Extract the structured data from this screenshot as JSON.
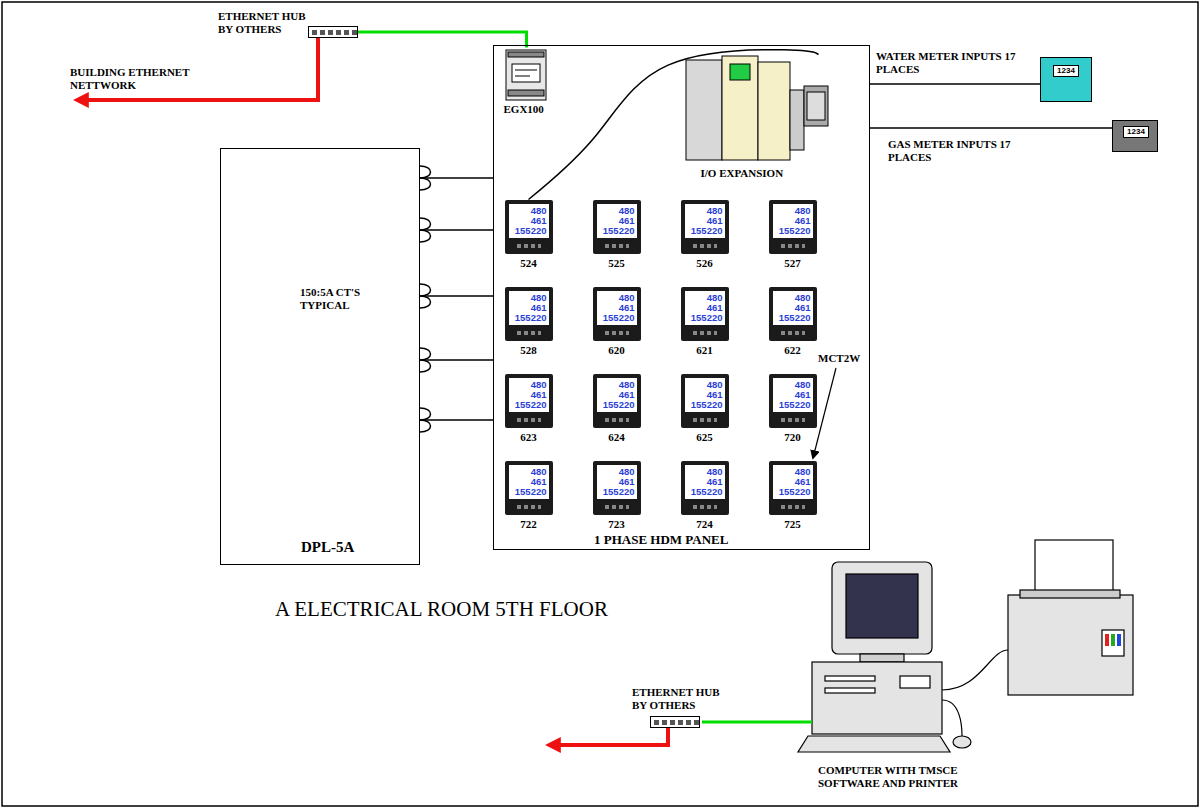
{
  "diagram": {
    "nodes": [
      {
        "text": [
          "ETHERNET HUB BY OTHERS"
        ]
      },
      {
        "text": [
          "1 PHASE HDM PANEL"
        ]
      },
      {
        "text": [
          "EGX100"
        ],
        "in": 1
      },
      {
        "text": [
          "I/O EXPANSION"
        ],
        "in": 1
      },
      {
        "text": [
          "480",
          "461",
          "155220",
          "524"
        ],
        "in": 1
      },
      {
        "text": [
          "480",
          "461",
          "155220",
          "525"
        ],
        "in": 1
      },
      {
        "text": [
          "480",
          "461",
          "155220",
          "526"
        ],
        "in": 1
      },
      {
        "text": [
          "480",
          "461",
          "155220",
          "527"
        ],
        "in": 1
      },
      {
        "text": [
          "480",
          "461",
          "155220",
          "528"
        ],
        "in": 1
      },
      {
        "text": [
          "480",
          "461",
          "155220",
          "620"
        ],
        "in": 1
      },
      {
        "text": [
          "480",
          "461",
          "155220",
          "621"
        ],
        "in": 1
      },
      {
        "text": [
          "480",
          "461",
          "155220",
          "622"
        ],
        "in": 1
      },
      {
        "text": [
          "480",
          "461",
          "155220",
          "623"
        ],
        "in": 1
      },
      {
        "text": [
          "480",
          "461",
          "155220",
          "624"
        ],
        "in": 1
      },
      {
        "text": [
          "480",
          "461",
          "155220",
          "625"
        ],
        "in": 1
      },
      {
        "text": [
          "480",
          "461",
          "155220",
          "720"
        ],
        "in": 1
      },
      {
        "text": [
          "480",
          "461",
          "155220",
          "722"
        ],
        "in": 1
      },
      {
        "text": [
          "480",
          "461",
          "155220",
          "723"
        ],
        "in": 1
      },
      {
        "text": [
          "480",
          "461",
          "155220",
          "724"
        ],
        "in": 1
      },
      {
        "text": [
          "480",
          "461",
          "155220",
          "725"
        ],
        "in": 1
      },
      {
        "text": [
          "1234"
        ]
      },
      {
        "text": [
          "1234"
        ]
      },
      {
        "text": [
          "DPL-5A"
        ]
      },
      {
        "text": [
          "ETHERNET HUB BY OTHERS"
        ]
      },
      {
        "text": [
          "COMPUTER WITH TMSCE SOFTWARE AND PRINTER"
        ]
      }
    ],
    "edges": [
      {
        "from": 0,
        "to": 2,
        "arrow": "none"
      },
      {
        "from": 3,
        "to": 4,
        "arrow": "none"
      },
      {
        "from": 22,
        "to": 1,
        "arrow": "none"
      },
      {
        "from": 22,
        "to": 1,
        "arrow": "none"
      },
      {
        "from": 22,
        "to": 1,
        "arrow": "none"
      },
      {
        "from": 22,
        "to": 1,
        "arrow": "none"
      },
      {
        "from": 22,
        "to": 1,
        "arrow": "none"
      },
      {
        "from": 20,
        "to": 1,
        "arrow": "none"
      },
      {
        "from": 21,
        "to": 1,
        "arrow": "none"
      },
      {
        "from": 23,
        "to": 24,
        "arrow": "none"
      }
    ],
    "labels": [
      "BUILDING ETHERNET NETTWORK",
      "WATER METER INPUTS 17 PLACES",
      "GAS METER INPUTS 17 PLACES",
      "150:5A CT'S TYPICAL",
      "MCT2W",
      "A ELECTRICAL ROOM 5TH FLOOR"
    ]
  }
}
